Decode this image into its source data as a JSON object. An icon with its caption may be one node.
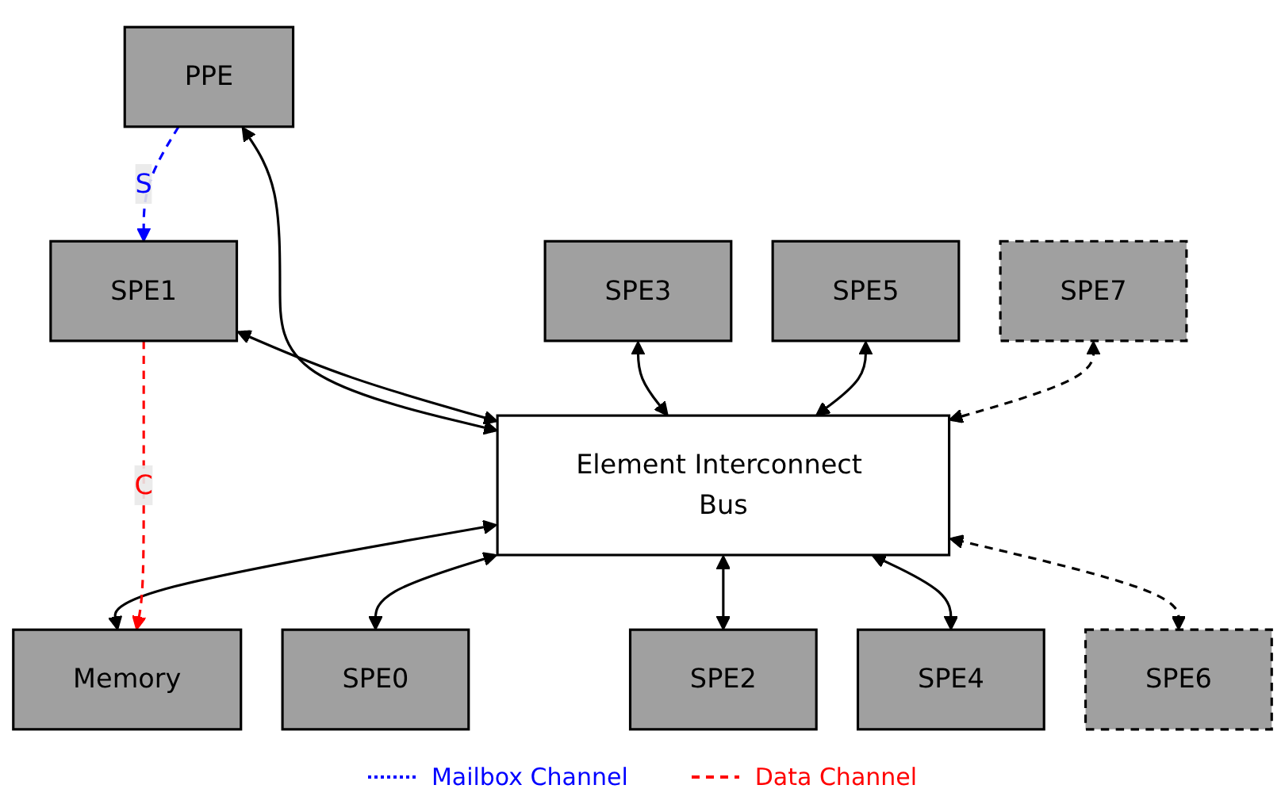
{
  "diagram": {
    "nodes": [
      {
        "text": [
          "PPE"
        ]
      },
      {
        "text": [
          "SPE1"
        ]
      },
      {
        "text": [
          "SPE3"
        ]
      },
      {
        "text": [
          "SPE5"
        ]
      },
      {
        "text": [
          "SPE7"
        ]
      },
      {
        "text": [
          "Element Interconnect Bus"
        ]
      },
      {
        "text": [
          "Memory"
        ]
      },
      {
        "text": [
          "SPE0"
        ]
      },
      {
        "text": [
          "SPE2"
        ]
      },
      {
        "text": [
          "SPE4"
        ]
      },
      {
        "text": [
          "SPE6"
        ]
      }
    ],
    "edges": [
      {
        "from": 0,
        "to": 5,
        "arrow": "both"
      },
      {
        "from": 1,
        "to": 5,
        "arrow": "both"
      },
      {
        "from": 2,
        "to": 5,
        "arrow": "both"
      },
      {
        "from": 3,
        "to": 5,
        "arrow": "both"
      },
      {
        "from": 4,
        "to": 5,
        "arrow": "both",
        "style": "dashed"
      },
      {
        "from": 5,
        "to": 6,
        "arrow": "both"
      },
      {
        "from": 5,
        "to": 7,
        "arrow": "both"
      },
      {
        "from": 5,
        "to": 8,
        "arrow": "both"
      },
      {
        "from": 5,
        "to": 9,
        "arrow": "both"
      },
      {
        "from": 5,
        "to": 10,
        "arrow": "both",
        "style": "dashed"
      },
      {
        "from": 0,
        "to": 1,
        "arrow": "to",
        "label": "S",
        "style": "dashed",
        "color": "#0000ff"
      },
      {
        "from": 1,
        "to": 6,
        "arrow": "to",
        "label": "C",
        "style": "dashed",
        "color": "#ff0000"
      }
    ],
    "legend": [
      {
        "text": "Mailbox Channel"
      },
      {
        "text": "Data Channel"
      }
    ]
  }
}
